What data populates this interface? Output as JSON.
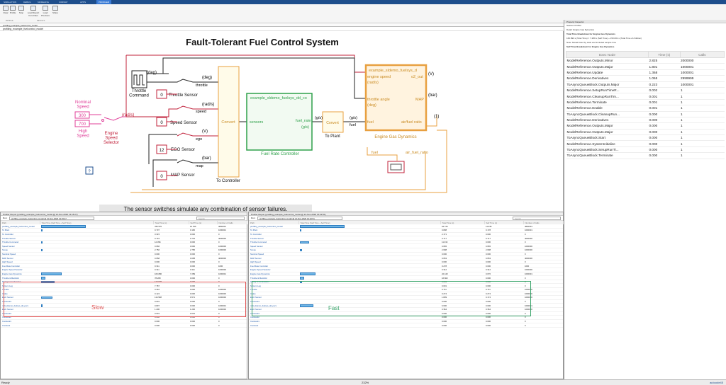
{
  "tabs": [
    "SIMULATION",
    "DEBUG",
    "MODELING",
    "FORMAT",
    "APPS",
    "PROFILER"
  ],
  "toolstrip": {
    "buttons": [
      {
        "label": "Clear"
      },
      {
        "label": "Profile"
      },
      {
        "label": "Stop"
      },
      {
        "label": "Load Report from Files"
      },
      {
        "label": "Load Previous"
      },
      {
        "label": "Share"
      }
    ],
    "sections": [
      "PROFILE",
      "RESULTS"
    ]
  },
  "path_tab": "profiling_example_fuelcontrol_model",
  "breadcrumb": "profiling_example_fuelcontrol_model",
  "diagram": {
    "title": "Fault-Tolerant Fuel Control System",
    "caption": "The sensor switches simulate any combination of sensor failures.",
    "labels": {
      "nominal_speed": "Nominal\nSpeed",
      "v300": "300",
      "v700": "700",
      "high_speed": "High\nSpeed",
      "engine_speed_selector": "Engine\nSpeed\nSelector",
      "rads": "(rad/s)",
      "throttle_command": "Throttle\nCommand",
      "deg": "(deg)",
      "deg2": "(deg)",
      "throttle": "throttle",
      "throttle_sensor": "Throttle Sensor",
      "rads2": "(rad/s)",
      "speed": "speed",
      "speed_sensor": "Speed Sensor",
      "v": "(V)",
      "ego": "ego",
      "ego_sensor": "EGO Sensor",
      "bar": "(bar)",
      "map": "map",
      "map_sensor": "MAP Sensor",
      "zero": "0",
      "twelve": "12",
      "convert": "Convert",
      "to_controller": "To Controller",
      "sensors": "sensors",
      "fuel_rate": "fuel_rate",
      "gs": "(g/s)",
      "fuel_rate_ctrl_ref": "example_sldemo_fuelsys_dd_co",
      "fuel_rate_controller": "Fuel Rate Controller",
      "to_plant": "To Plant",
      "fuel": "fuel",
      "engine_ref": "example_sldemo_fuelsys_d",
      "engine_speed_port": "engine speed",
      "rads3": "(rad/s)",
      "throttle_angle_port": "throttle angle",
      "deg3": "(deg)",
      "o2_out": "o2_out",
      "map_port": "MAP",
      "v2": "(V)",
      "bar2": "(bar)",
      "fuel_port": "fuel",
      "airfuel_ratio_port": "air/fuel ratio",
      "one": "(1)",
      "engine_gas_dynamics": "Engine Gas Dynamics",
      "fuel_lbl": "fuel",
      "air_fuel_ratio": "air_fuel_ratio",
      "help": "?"
    }
  },
  "inspector": {
    "title": "Property Inspector",
    "subtitle": "Session Profiler",
    "detail": "Detail: Engine Gas Dynamics",
    "heading1": "Total Time Breakdown for Engine Gas Dynamics",
    "heading2": "160.890 s (Total Time) = 7.289 s (Self Time) + 153.601 s (Total Time of children)",
    "heading3": "Note: Model listed by stats and included sample time",
    "heading4": "Self Time Breakdown for Engine Gas Dynamics",
    "columns": [
      "Exec Node",
      "Time (s)",
      "Calls"
    ],
    "rows": [
      [
        "ModelReference.Outputs.Minor",
        "2.825",
        "2000000"
      ],
      [
        "ModelReference.Outputs.Major",
        "1.801",
        "1000001"
      ],
      [
        "ModelReference.Update",
        "1.368",
        "1000001"
      ],
      [
        "ModelReference.Derivatives",
        "1.065",
        "2999999"
      ],
      [
        "ToAsyncQueueBlock.Outputs.Major",
        "0.223",
        "1000001"
      ],
      [
        "ModelReference.SetupRunTimeR...",
        "0.002",
        "1"
      ],
      [
        "ModelReference.CleanupRunTim...",
        "0.001",
        "1"
      ],
      [
        "ModelReference.Terminate",
        "0.001",
        "1"
      ],
      [
        "ModelReference.Enable",
        "0.001",
        "1"
      ],
      [
        "ToAsyncQueueBlock.CleanupRun...",
        "0.000",
        "1"
      ],
      [
        "ModelReference.Derivatives",
        "0.000",
        "1"
      ],
      [
        "ModelReference.Outputs.Major",
        "0.000",
        "1"
      ],
      [
        "ModelReference.Outputs.Major",
        "0.000",
        "1"
      ],
      [
        "ToAsyncQueueBlock.Start",
        "0.000",
        "1"
      ],
      [
        "ModelReference.SystemInitialize",
        "0.000",
        "1"
      ],
      [
        "ToAsyncQueueBlock.SetupRunTi...",
        "0.000",
        "1"
      ],
      [
        "ToAsyncQueueBlock.Terminate",
        "0.000",
        "1"
      ]
    ]
  },
  "left_report": {
    "title": "Profiler Report (profiling_example_fuelcontrol_model @ 21-Nov-2020 13:15:27)",
    "run_label": "Run:",
    "run_value": "profiling_example_fuelcontrol_model @ 21-Nov-2020 13:15:27",
    "search_placeholder": "Search",
    "columns": [
      "Path",
      "Total Time (Self Time + Self Time)",
      "Total Time (s)",
      "Self Time (s)",
      "Number of Calls"
    ],
    "annotation": "Slow",
    "rows": [
      [
        "profiling_example_fuelcontrol_model",
        "0.98",
        "786.570",
        "10.516",
        "3800001"
      ],
      [
        "To Plant",
        "0.02",
        "0.707",
        "0.160",
        "1000001"
      ],
      [
        "To Controller",
        "0.0",
        "3.315",
        "0.000",
        "0"
      ],
      [
        "Throttle Sensor",
        "0.0",
        "0.715",
        "0.715",
        "4000000"
      ],
      [
        "Throttle Command",
        "0.03",
        "12.096",
        "0.000",
        "0"
      ],
      [
        "Speed Sensor",
        "0.0",
        "0.666",
        "0.666",
        "1000000"
      ],
      [
        "Scope",
        "0.01",
        "2.756",
        "2.756",
        "1000000"
      ],
      [
        "Nominal Speed",
        "0.0",
        "0.000",
        "0.000",
        "0"
      ],
      [
        "MAP Sensor",
        "0.0",
        "0.658",
        "0.658",
        "4000000"
      ],
      [
        "High Speed",
        "0.0",
        "0.000",
        "0.000",
        "0"
      ],
      [
        "Fuel Rate Controller",
        "0.0",
        "0.311",
        "0.000",
        "1000"
      ],
      [
        "Engine Speed Selector",
        "0.0",
        "0.311",
        "0.311",
        "1000000"
      ],
      [
        "Engine Gas Dynamics",
        "0.45",
        "160.890",
        "7.289",
        "1000001"
      ],
      [
        "Throttle & Manifold",
        "0.1",
        "78.280",
        "0.000",
        "0"
      ],
      [
        "Mixing & Combustion",
        "0.3",
        "127.546",
        "0.000",
        "0"
      ],
      [
        "System Lag",
        "0.0",
        "7.787",
        "0.000",
        "0"
      ],
      [
        "Throttle",
        "0.0",
        "3.342",
        "0.000",
        "1000000"
      ],
      [
        "Intake",
        "0.0",
        "0.124",
        "0.000",
        "1000000"
      ],
      [
        "EGO Sensor",
        "0.25",
        "116.598",
        "0.571",
        "1000000"
      ],
      [
        "Constant4",
        "0.0",
        "0.001",
        "0.000",
        "0"
      ],
      [
        "mdl_sldemo_fuelsys_dd_pers",
        "0.01",
        "0.807",
        "0.000",
        "1000001"
      ],
      [
        "EGO Sensor",
        "0.0",
        "1.200",
        "1.200",
        "1000000"
      ],
      [
        "Constant3",
        "0.0",
        "0.001",
        "0.001",
        "0"
      ],
      [
        "Constant2",
        "0.0",
        "0.000",
        "0.000",
        "0"
      ],
      [
        "Constant1",
        "0.0",
        "0.000",
        "0.000",
        "0"
      ],
      [
        "Constant",
        "0.0",
        "0.000",
        "0.000",
        "0"
      ]
    ]
  },
  "right_report": {
    "title": "Profiler Report (profiling_example_fuelcontrol_model @ 21-Nov-2020 13:42:51)",
    "run_label": "Run:",
    "run_value": "profiling_example_fuelcontrol_model @ 21-Nov-2020 13:42:51",
    "search_placeholder": "Search",
    "columns": [
      "Path",
      "Total Time (Self Time + Self Time)",
      "Total Time (s)",
      "Self Time (s)",
      "Number of Calls"
    ],
    "annotation": "Fast",
    "rows": [
      [
        "profiling_example_fuelcontrol_model",
        "0.98",
        "64.725",
        "11.038",
        "3800001"
      ],
      [
        "To Plant",
        "0.02",
        "0.808",
        "0.178",
        "1000001"
      ],
      [
        "To Controller",
        "0.0",
        "2.171",
        "0.000",
        "0"
      ],
      [
        "Throttle Sensor",
        "0.0",
        "0.717",
        "0.717",
        "4000000"
      ],
      [
        "Throttle Command",
        "0.2",
        "11.332",
        "0.000",
        "0"
      ],
      [
        "Speed Sensor",
        "0.0",
        "0.665",
        "0.665",
        "1000000"
      ],
      [
        "Scope",
        "0.05",
        "2.698",
        "2.698",
        "1000000"
      ],
      [
        "Nominal Speed",
        "0.0",
        "0.000",
        "0.000",
        "0"
      ],
      [
        "MAP Sensor",
        "0.0",
        "0.653",
        "0.653",
        "4000000"
      ],
      [
        "High Speed",
        "0.0",
        "0.000",
        "0.000",
        "0"
      ],
      [
        "Fuel Rate Controller",
        "0.0",
        "0.278",
        "0.000",
        "1000"
      ],
      [
        "Engine Speed Selector",
        "0.0",
        "0.312",
        "0.312",
        "1000000"
      ],
      [
        "Engine Gas Dynamics",
        "0.35",
        "22.440",
        "0.070",
        "1000001"
      ],
      [
        "Throttle & Manifold",
        "0.1",
        "16.802",
        "0.000",
        "0"
      ],
      [
        "Mixing & Combustion",
        "0.05",
        "3.081",
        "0.000",
        "0"
      ],
      [
        "System Lag",
        "0.0",
        "0.001",
        "0.000",
        "0"
      ],
      [
        "Throttle",
        "0.0",
        "0.711",
        "0.711",
        "1000000"
      ],
      [
        "Intake",
        "0.0",
        "0.274",
        "0.274",
        "1000000"
      ],
      [
        "EGO Sensor",
        "0.0",
        "1.809",
        "0.174",
        "1000000"
      ],
      [
        "Constant4",
        "0.0",
        "0.000",
        "0.000",
        "0"
      ],
      [
        "mdl_sldemo_fuelsys_dd_pers",
        "0.3",
        "6.600",
        "0.000",
        "1000001"
      ],
      [
        "EGO Sensor",
        "0.0",
        "0.364",
        "0.364",
        "1000000"
      ],
      [
        "Constant3",
        "0.0",
        "0.000",
        "0.000",
        "0"
      ],
      [
        "Constant2",
        "0.0",
        "0.000",
        "0.000",
        "0"
      ],
      [
        "Constant1",
        "0.0",
        "0.000",
        "0.000",
        "0"
      ],
      [
        "Constant",
        "0.0",
        "0.000",
        "0.000",
        "0"
      ]
    ]
  },
  "status": {
    "left": "Ready",
    "center": "232%",
    "right": "autoode45"
  },
  "colors": {
    "accent": "#1e4e8c",
    "slow": "#e05555",
    "fast": "#3aa56b",
    "signal_red": "#c0203a",
    "signal_orange": "#e8a040",
    "controller_green": "#2ea04a",
    "nominal_pink": "#e0409a"
  }
}
